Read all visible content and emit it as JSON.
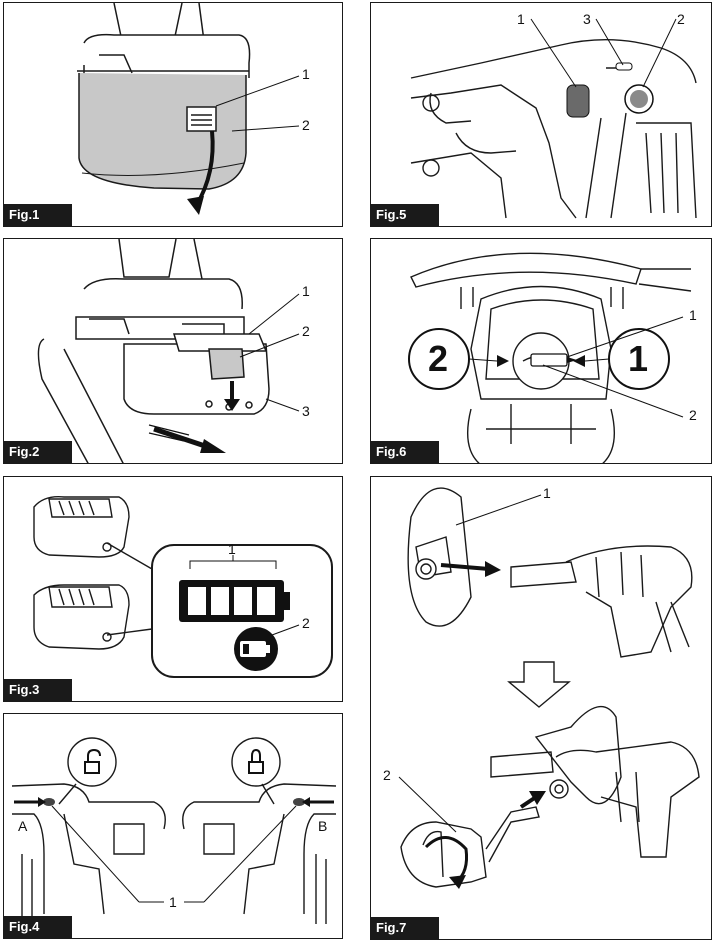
{
  "figures": {
    "fig1": {
      "label": "Fig.1",
      "callouts": [
        "1",
        "2"
      ]
    },
    "fig2": {
      "label": "Fig.2",
      "callouts": [
        "1",
        "2",
        "3"
      ]
    },
    "fig3": {
      "label": "Fig.3",
      "callouts": [
        "1",
        "2"
      ]
    },
    "fig4": {
      "label": "Fig.4",
      "callouts": [
        "A",
        "B",
        "1"
      ]
    },
    "fig5": {
      "label": "Fig.5",
      "callouts": [
        "1",
        "3",
        "2"
      ]
    },
    "fig6": {
      "label": "Fig.6",
      "callouts": [
        "1",
        "2"
      ],
      "mode_numbers": [
        "2",
        "1"
      ]
    },
    "fig7": {
      "label": "Fig.7",
      "callouts": [
        "1",
        "2"
      ]
    }
  },
  "icons": [
    "unlock-icon",
    "lock-icon",
    "battery-gauge-icon",
    "battery-warning-icon",
    "arrow-down-icon"
  ]
}
